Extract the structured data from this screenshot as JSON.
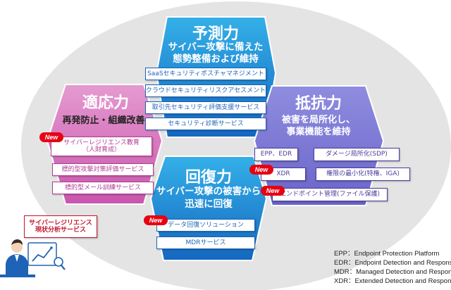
{
  "colors": {
    "blue": "#1e63b5",
    "pink": "#b23b95",
    "purple": "#4a3d9c",
    "red": "#c5162c",
    "new_badge": "#e60012",
    "background_oval": "#e4e4e4"
  },
  "hexagons": {
    "yosoku": {
      "title": "予測力",
      "subtitle_line1": "サイバー攻撃に備えた",
      "subtitle_line2": "態勢整備および維持",
      "services": [
        "SaaSセキュリティポスチャマネジメント",
        "クラウドセキュリティリスクアセスメント",
        "取引先セキュリティ評価支援サービス",
        "セキュリティ診断サービス"
      ]
    },
    "tekiou": {
      "title": "適応力",
      "subtitle": "再発防止・組織改善",
      "services": [
        {
          "line1": "サイバーレジリエンス教育",
          "line2": "（人財育成）",
          "is_new": true
        },
        {
          "line1": "標的型攻撃対策評価サービス",
          "line2": "",
          "is_new": false
        },
        {
          "line1": "標的型メール訓練サービス",
          "line2": "",
          "is_new": false
        }
      ]
    },
    "teikou": {
      "title": "抵抗力",
      "subtitle_line1": "被害を局所化し、",
      "subtitle_line2": "事業機能を維持",
      "services": [
        {
          "label": "EPP、EDR",
          "is_new": false
        },
        {
          "label": "ダメージ局所化(SDP)",
          "is_new": false
        },
        {
          "label": "XDR",
          "is_new": true
        },
        {
          "label": "権限の最小化(特権、IGA)",
          "is_new": false
        },
        {
          "label": "エンドポイント管理(ファイル保護)",
          "is_new": true
        }
      ]
    },
    "kaifuku": {
      "title": "回復力",
      "subtitle_line1": "サイバー攻撃の被害から",
      "subtitle_line2": "迅速に回復",
      "services": [
        {
          "label": "データ回復ソリューション",
          "is_new": true
        },
        {
          "label": "MDRサービス",
          "is_new": false
        }
      ]
    }
  },
  "resilience_analysis": {
    "line1": "サイバーレジリエンス",
    "line2": "現状分析サービス"
  },
  "new_label": "New",
  "icons": {
    "analyst": "person-with-chart-icon"
  },
  "legend": [
    "EPP：Endpoint Protection Platform",
    "EDR：Endpoint Detection and Response",
    "MDR：Managed Detection and Response",
    "XDR：Extended Detection and Response"
  ]
}
